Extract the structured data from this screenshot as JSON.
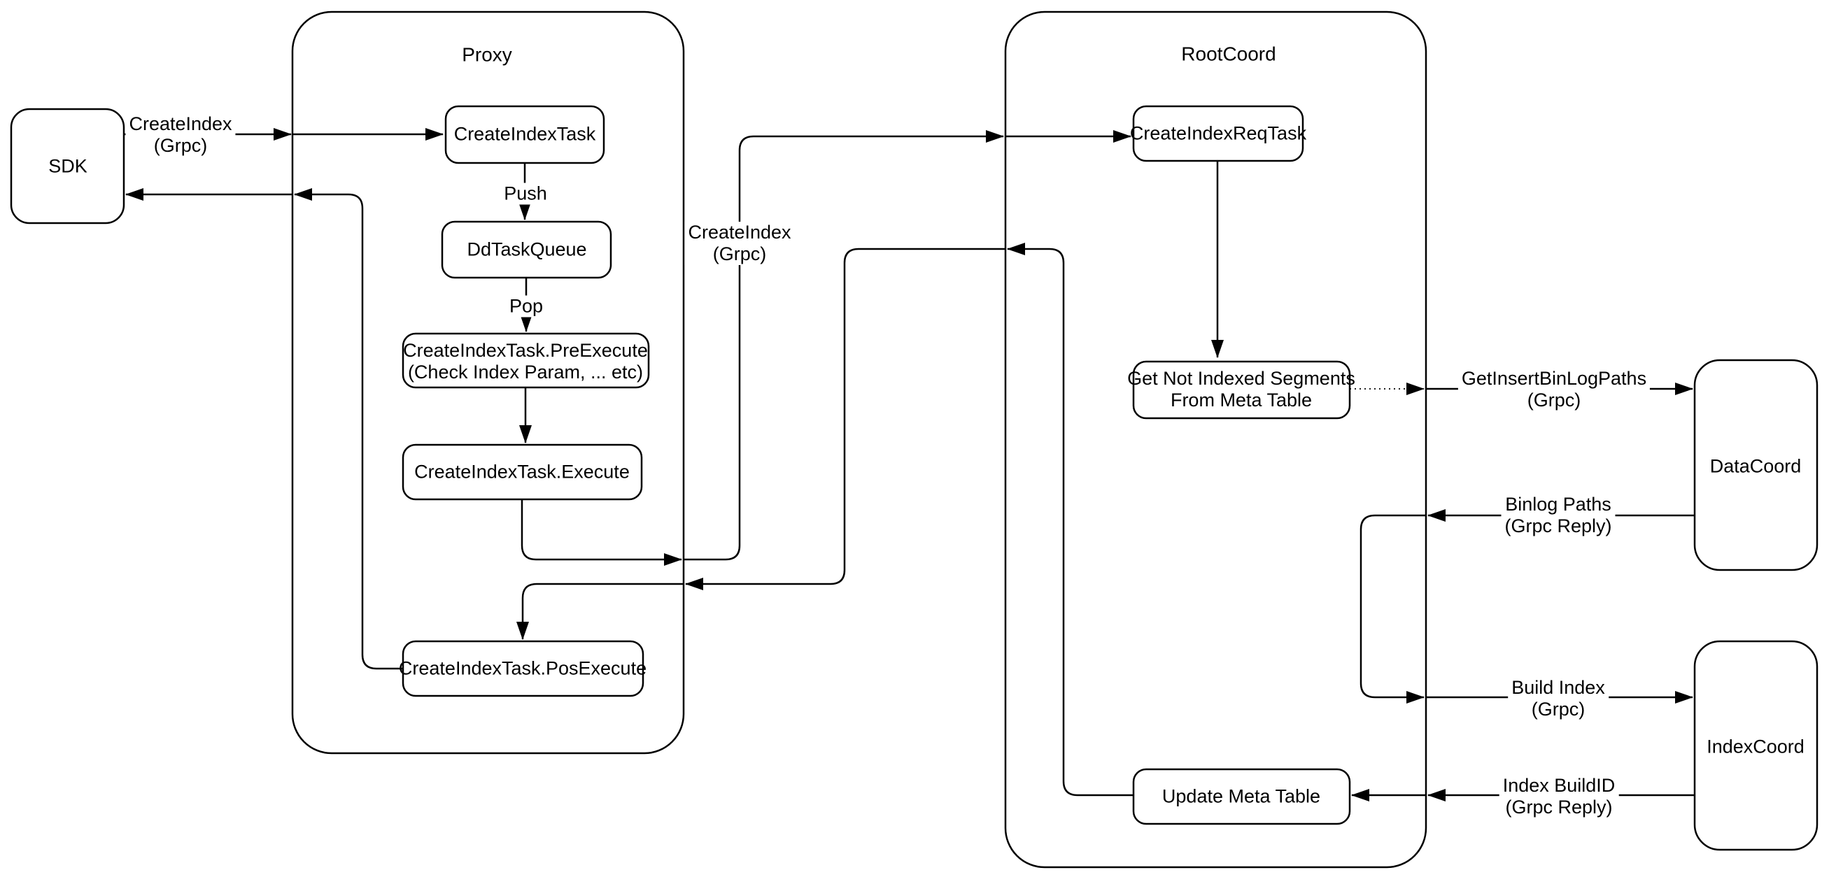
{
  "colors": {
    "stroke": "#000000",
    "node_fill": "#ffffff",
    "background": "#ffffff"
  },
  "containers": {
    "proxy": {
      "label": "Proxy"
    },
    "rootcoord": {
      "label": "RootCoord"
    }
  },
  "nodes": {
    "sdk": {
      "label": "SDK"
    },
    "create_index_task": {
      "label": "CreateIndexTask"
    },
    "dd_task_queue": {
      "label": "DdTaskQueue"
    },
    "pre_execute": {
      "line1": "CreateIndexTask.PreExecute",
      "line2": "(Check Index Param, ... etc)"
    },
    "execute": {
      "label": "CreateIndexTask.Execute"
    },
    "pos_execute": {
      "label": "CreateIndexTask.PosExecute"
    },
    "create_index_req_task": {
      "label": "CreateIndexReqTask"
    },
    "get_not_indexed": {
      "line1": "Get Not Indexed Segments",
      "line2": "From Meta Table"
    },
    "update_meta_table": {
      "label": "Update Meta Table"
    },
    "datacoord": {
      "label": "DataCoord"
    },
    "indexcoord": {
      "label": "IndexCoord"
    }
  },
  "edge_labels": {
    "sdk_create_index": {
      "line1": "CreateIndex",
      "line2": "(Grpc)"
    },
    "push": {
      "label": "Push"
    },
    "pop": {
      "label": "Pop"
    },
    "proxy_create_index": {
      "line1": "CreateIndex",
      "line2": "(Grpc)"
    },
    "get_insert_binlog_paths": {
      "line1": "GetInsertBinLogPaths",
      "line2": "(Grpc)"
    },
    "binlog_paths": {
      "line1": "Binlog Paths",
      "line2": "(Grpc Reply)"
    },
    "build_index": {
      "line1": "Build Index",
      "line2": "(Grpc)"
    },
    "index_build_id": {
      "line1": "Index BuildID",
      "line2": "(Grpc Reply)"
    }
  }
}
